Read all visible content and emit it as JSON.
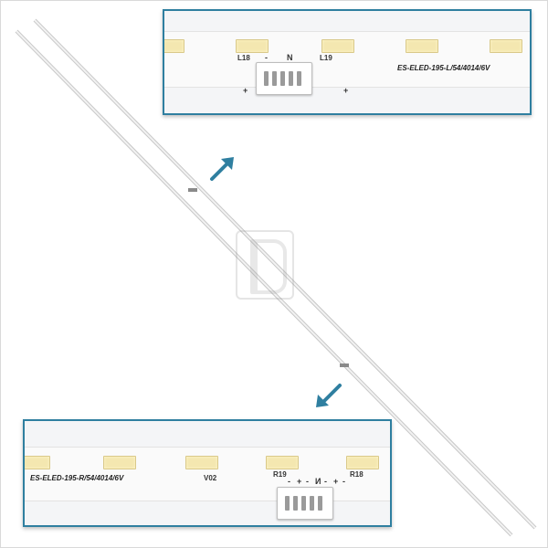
{
  "top_inset": {
    "labels": {
      "left": "L18",
      "right": "L19"
    },
    "model": "ES-ELED-195-L/54/4014/6V",
    "connector_marks": [
      "+",
      "-",
      "N",
      "+"
    ]
  },
  "bottom_inset": {
    "model": "ES-ELED-195-R/54/4014/6V",
    "version": "V02",
    "labels": {
      "left": "R19",
      "right": "R18"
    },
    "connector_marks": [
      "-",
      "+",
      "-",
      "И",
      "-",
      "+",
      "-"
    ]
  },
  "colors": {
    "inset_border": "#2f7fa0",
    "arrow": "#2f7fa0",
    "led": "#f4e7b0"
  },
  "icons": {
    "arrow_up": "arrow-up-right-icon",
    "arrow_down": "arrow-down-left-icon",
    "watermark": "logo-watermark"
  }
}
